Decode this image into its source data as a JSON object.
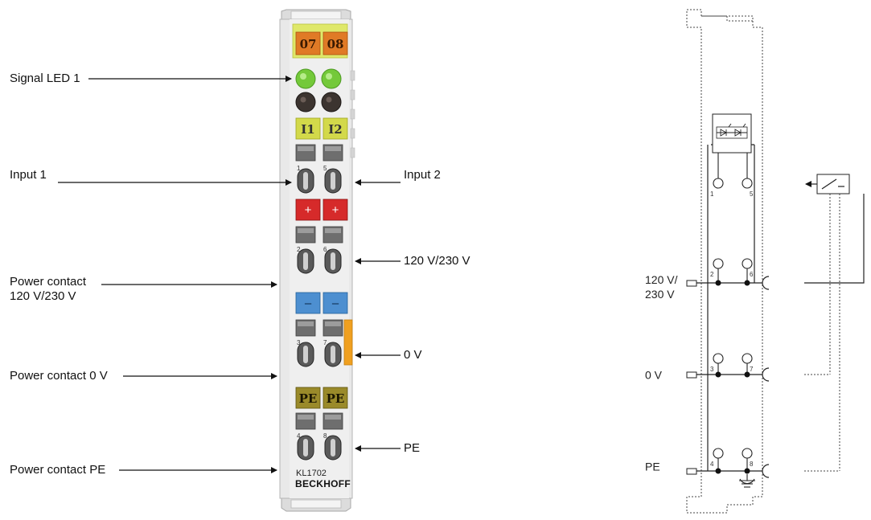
{
  "module": {
    "channel_labels": [
      "07",
      "08"
    ],
    "input_labels": [
      "I1",
      "I2"
    ],
    "plus_sign": "+",
    "minus_sign": "–",
    "pe_labels": [
      "PE",
      "PE"
    ],
    "terminal_numbers": [
      "1",
      "5",
      "2",
      "6",
      "3",
      "7",
      "4",
      "8"
    ],
    "model": "KL1702",
    "brand": "BECKHOFF",
    "colors": {
      "channel_badge": "#e07a26",
      "top_strip": "#dfe86a",
      "led_green": "#74c93a",
      "input_badge": "#d3d94a",
      "plus_block": "#d62a2a",
      "minus_block": "#4d8fd0",
      "pe_badge": "#9a8a2a",
      "side_bar": "#f0a020",
      "housing": "#e9e9e9"
    }
  },
  "callouts": {
    "signal_led": "Signal LED 1",
    "input1": "Input 1",
    "input2": "Input 2",
    "voltage": "120 V/230 V",
    "power_contact_voltage_line1": "Power contact",
    "power_contact_voltage_line2": "120 V/230 V",
    "zero_v": "0 V",
    "power_contact_0v": "Power contact 0 V",
    "pe": "PE",
    "power_contact_pe": "Power contact PE"
  },
  "schematic": {
    "supply_line1": "120 V/",
    "supply_line2": "230 V",
    "zero_v": "0 V",
    "pe": "PE",
    "terminal_numbers": [
      "1",
      "5",
      "2",
      "6",
      "3",
      "7",
      "4",
      "8"
    ]
  }
}
